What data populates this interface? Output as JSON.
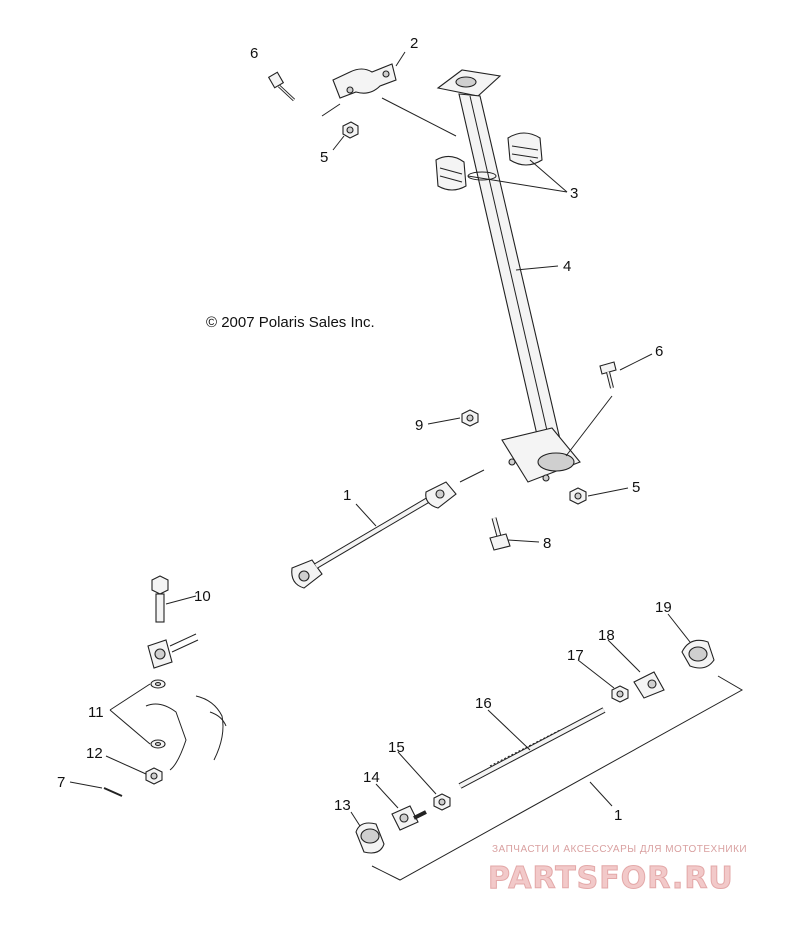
{
  "copyright": "© 2007 Polaris Sales Inc.",
  "watermark": {
    "tagline": "ЗАПЧАСТИ И АКСЕССУАРЫ ДЛЯ МОТОТЕХНИКИ",
    "brand": "PARTSFOR.RU"
  },
  "callouts": {
    "c1_upper": "1",
    "c1_lower": "1",
    "c2": "2",
    "c3": "3",
    "c4": "4",
    "c5_upper": "5",
    "c5_lower": "5",
    "c6_upper": "6",
    "c6_lower": "6",
    "c7": "7",
    "c8": "8",
    "c9": "9",
    "c10": "10",
    "c11": "11",
    "c12": "12",
    "c13": "13",
    "c14": "14",
    "c15": "15",
    "c16": "16",
    "c17": "17",
    "c18": "18",
    "c19": "19"
  },
  "colors": {
    "line": "#222222",
    "watermark": "#e3a8a8"
  }
}
